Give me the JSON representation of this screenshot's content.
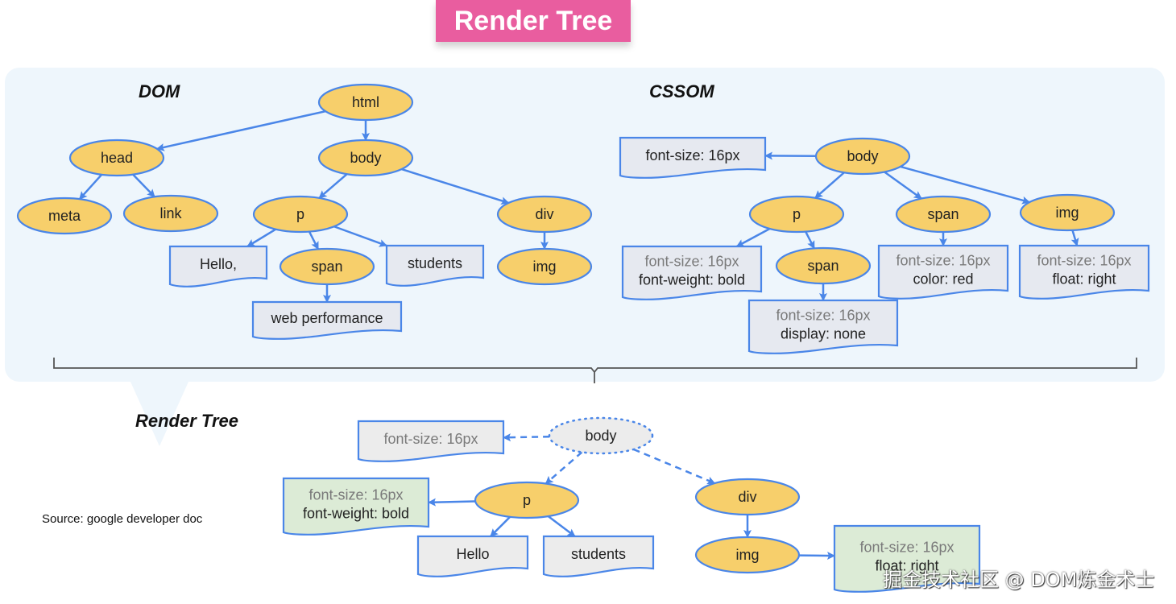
{
  "title": "Render Tree",
  "source_note": "Source: google developer doc",
  "watermark": "掘金技术社区 @ DOM炼金术士",
  "colors": {
    "banner": "#e95d9f",
    "panel": "#eef6fc",
    "element_fill": "#f7cf6b",
    "element_stroke": "#4a86e8",
    "text_box_fill": "#e6e9f0",
    "style_box_fill": "#dcebd6",
    "render_gray_fill": "#ececec",
    "edge": "#4a86e8",
    "bracket": "#555555"
  },
  "sections": {
    "dom": "DOM",
    "cssom": "CSSOM",
    "render_tree": "Render Tree"
  },
  "dom": {
    "nodes": [
      {
        "id": "html",
        "label": "html",
        "type": "element"
      },
      {
        "id": "head",
        "label": "head",
        "type": "element"
      },
      {
        "id": "body",
        "label": "body",
        "type": "element"
      },
      {
        "id": "meta",
        "label": "meta",
        "type": "element"
      },
      {
        "id": "link",
        "label": "link",
        "type": "element"
      },
      {
        "id": "p",
        "label": "p",
        "type": "element"
      },
      {
        "id": "div",
        "label": "div",
        "type": "element"
      },
      {
        "id": "hello",
        "label": "Hello,",
        "type": "text"
      },
      {
        "id": "span",
        "label": "span",
        "type": "element"
      },
      {
        "id": "students",
        "label": "students",
        "type": "text"
      },
      {
        "id": "img",
        "label": "img",
        "type": "element"
      },
      {
        "id": "webperf",
        "label": "web performance",
        "type": "text"
      }
    ],
    "edges": [
      [
        "html",
        "head"
      ],
      [
        "html",
        "body"
      ],
      [
        "head",
        "meta"
      ],
      [
        "head",
        "link"
      ],
      [
        "body",
        "p"
      ],
      [
        "body",
        "div"
      ],
      [
        "p",
        "hello"
      ],
      [
        "p",
        "span"
      ],
      [
        "p",
        "students"
      ],
      [
        "span",
        "webperf"
      ],
      [
        "div",
        "img"
      ]
    ]
  },
  "cssom": {
    "nodes": [
      {
        "id": "c_body",
        "label": "body",
        "type": "element"
      },
      {
        "id": "c_body_style",
        "lines": [
          {
            "text": "font-size: 16px",
            "tone": "dark"
          }
        ],
        "type": "style"
      },
      {
        "id": "c_p",
        "label": "p",
        "type": "element"
      },
      {
        "id": "c_span",
        "label": "span",
        "type": "element"
      },
      {
        "id": "c_img",
        "label": "img",
        "type": "element"
      },
      {
        "id": "c_p_style",
        "lines": [
          {
            "text": "font-size: 16px",
            "tone": "gray"
          },
          {
            "text": "font-weight: bold",
            "tone": "dark"
          }
        ],
        "type": "style"
      },
      {
        "id": "c_span2",
        "label": "span",
        "type": "element"
      },
      {
        "id": "c_span_style",
        "lines": [
          {
            "text": "font-size: 16px",
            "tone": "gray"
          },
          {
            "text": "color: red",
            "tone": "dark"
          }
        ],
        "type": "style"
      },
      {
        "id": "c_img_style",
        "lines": [
          {
            "text": "font-size: 16px",
            "tone": "gray"
          },
          {
            "text": "float: right",
            "tone": "dark"
          }
        ],
        "type": "style"
      },
      {
        "id": "c_span2_style",
        "lines": [
          {
            "text": "font-size: 16px",
            "tone": "gray"
          },
          {
            "text": "display: none",
            "tone": "dark"
          }
        ],
        "type": "style"
      }
    ],
    "edges": [
      [
        "c_body",
        "c_body_style"
      ],
      [
        "c_body",
        "c_p"
      ],
      [
        "c_body",
        "c_span"
      ],
      [
        "c_body",
        "c_img"
      ],
      [
        "c_p",
        "c_p_style"
      ],
      [
        "c_p",
        "c_span2"
      ],
      [
        "c_span2",
        "c_span2_style"
      ],
      [
        "c_span",
        "c_span_style"
      ],
      [
        "c_img",
        "c_img_style"
      ]
    ]
  },
  "render_tree": {
    "nodes": [
      {
        "id": "r_body",
        "label": "body",
        "type": "virtual"
      },
      {
        "id": "r_body_style",
        "lines": [
          {
            "text": "font-size: 16px",
            "tone": "gray"
          }
        ],
        "type": "style-gray"
      },
      {
        "id": "r_p",
        "label": "p",
        "type": "element"
      },
      {
        "id": "r_div",
        "label": "div",
        "type": "element"
      },
      {
        "id": "r_p_style",
        "lines": [
          {
            "text": "font-size: 16px",
            "tone": "gray"
          },
          {
            "text": "font-weight: bold",
            "tone": "dark"
          }
        ],
        "type": "style-green"
      },
      {
        "id": "r_hello",
        "label": "Hello",
        "type": "text-gray"
      },
      {
        "id": "r_students",
        "label": "students",
        "type": "text-gray"
      },
      {
        "id": "r_img",
        "label": "img",
        "type": "element"
      },
      {
        "id": "r_img_style",
        "lines": [
          {
            "text": "font-size: 16px",
            "tone": "gray"
          },
          {
            "text": "float: right",
            "tone": "dark"
          }
        ],
        "type": "style-green"
      }
    ],
    "edges": [
      {
        "from": "r_body",
        "to": "r_body_style",
        "dashed": true
      },
      {
        "from": "r_body",
        "to": "r_p",
        "dashed": true
      },
      {
        "from": "r_body",
        "to": "r_div",
        "dashed": true
      },
      {
        "from": "r_p",
        "to": "r_p_style",
        "dashed": false
      },
      {
        "from": "r_p",
        "to": "r_hello",
        "dashed": false
      },
      {
        "from": "r_p",
        "to": "r_students",
        "dashed": false
      },
      {
        "from": "r_div",
        "to": "r_img",
        "dashed": false
      },
      {
        "from": "r_img",
        "to": "r_img_style",
        "dashed": false
      }
    ]
  }
}
